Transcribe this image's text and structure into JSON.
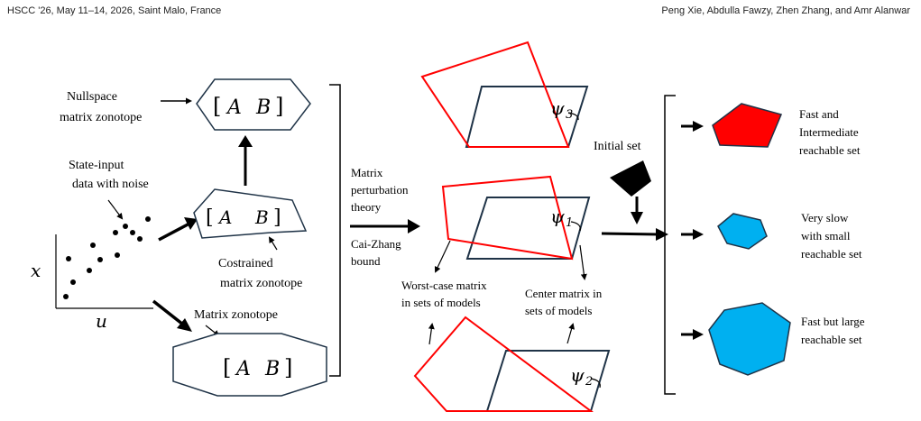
{
  "header": {
    "left": "HSCC '26, May 11–14, 2026, Saint Malo, France",
    "right": "Peng Xie, Abdulla Fawzy, Zhen Zhang, and Amr Alanwar"
  },
  "figure": {
    "nullspace_label_1": "Nullspace",
    "nullspace_label_2": "matrix zonotope",
    "state_input_1": "State-input",
    "state_input_2": "data with noise",
    "matrix_A": "A",
    "matrix_B": "B",
    "bracket_open": "[",
    "bracket_close": "]",
    "costrained_1": "Costrained",
    "costrained_2": "matrix zonotope",
    "matrix_zonotope": "Matrix zonotope",
    "axis_x": "x",
    "axis_u": "u",
    "perturb_1": "Matrix",
    "perturb_2": "perturbation",
    "perturb_3": "theory",
    "caizhang_1": "Cai-Zhang",
    "caizhang_2": "bound",
    "psi": "ψ",
    "psi3_sub": "3",
    "psi1_sub": "1",
    "psi2_sub": "2",
    "worst_1": "Worst-case matrix",
    "worst_2": "in sets of models",
    "center_1": "Center matrix in",
    "center_2": "sets of models",
    "initial_set": "Initial set",
    "out1_1": "Fast and",
    "out1_2": "Intermediate",
    "out1_3": "reachable set",
    "out2_1": "Very slow",
    "out2_2": "with small",
    "out2_3": "reachable  set",
    "out3_1": "Fast but large",
    "out3_2": "reachable  set"
  },
  "colors": {
    "red": "#ff0000",
    "navy": "#1f3347",
    "blue": "#00b0f0",
    "black": "#000000"
  }
}
